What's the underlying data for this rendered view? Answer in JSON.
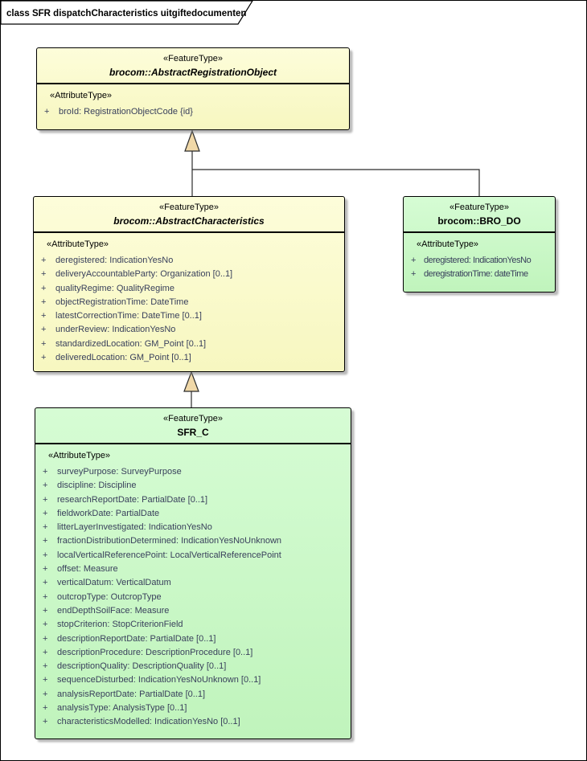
{
  "frame": {
    "title": "class SFR dispatchCharacteristics uitgiftedocumenten"
  },
  "palette": {
    "yellow_box_top": "#FDFDDA",
    "yellow_box_bottom": "#F7F7C0",
    "green_box_top": "#D6FCD4",
    "green_box_bottom": "#C0F4BC",
    "triangle_fill": "#F0D8A8",
    "attribute_text": "#39405C",
    "line_color": "#2B2B2B"
  },
  "classes": [
    {
      "stereotype": "«FeatureType»",
      "name": "brocom::AbstractRegistrationObject",
      "abstract": true,
      "attr_stereotype": "«AttributeType»",
      "attributes": [
        {
          "vis": "+",
          "text": "broId: RegistrationObjectCode {id}"
        }
      ]
    },
    {
      "stereotype": "«FeatureType»",
      "name": "brocom::AbstractCharacteristics",
      "abstract": true,
      "attr_stereotype": "«AttributeType»",
      "attributes": [
        {
          "vis": "+",
          "text": "deregistered: IndicationYesNo"
        },
        {
          "vis": "+",
          "text": "deliveryAccountableParty: Organization [0..1]"
        },
        {
          "vis": "+",
          "text": "qualityRegime: QualityRegime"
        },
        {
          "vis": "+",
          "text": "objectRegistrationTime: DateTime"
        },
        {
          "vis": "+",
          "text": "latestCorrectionTime: DateTime [0..1]"
        },
        {
          "vis": "+",
          "text": "underReview: IndicationYesNo"
        },
        {
          "vis": "+",
          "text": "standardizedLocation: GM_Point [0..1]"
        },
        {
          "vis": "+",
          "text": "deliveredLocation: GM_Point [0..1]"
        }
      ]
    },
    {
      "stereotype": "«FeatureType»",
      "name": "brocom::BRO_DO",
      "abstract": false,
      "attr_stereotype": "«AttributeType»",
      "attributes": [
        {
          "vis": "+",
          "text": "deregistered: IndicationYesNo"
        },
        {
          "vis": "+",
          "text": "deregistrationTime: dateTime"
        }
      ]
    },
    {
      "stereotype": "«FeatureType»",
      "name": "SFR_C",
      "abstract": false,
      "attr_stereotype": "«AttributeType»",
      "attributes": [
        {
          "vis": "+",
          "text": "surveyPurpose: SurveyPurpose"
        },
        {
          "vis": "+",
          "text": "discipline: Discipline"
        },
        {
          "vis": "+",
          "text": "researchReportDate: PartialDate [0..1]"
        },
        {
          "vis": "+",
          "text": "fieldworkDate: PartialDate"
        },
        {
          "vis": "+",
          "text": "litterLayerInvestigated: IndicationYesNo"
        },
        {
          "vis": "+",
          "text": "fractionDistributionDetermined: IndicationYesNoUnknown"
        },
        {
          "vis": "+",
          "text": "localVerticalReferencePoint: LocalVerticalReferencePoint"
        },
        {
          "vis": "+",
          "text": "offset: Measure"
        },
        {
          "vis": "+",
          "text": "verticalDatum: VerticalDatum"
        },
        {
          "vis": "+",
          "text": "outcropType: OutcropType"
        },
        {
          "vis": "+",
          "text": "endDepthSoilFace: Measure"
        },
        {
          "vis": "+",
          "text": "stopCriterion: StopCriterionField"
        },
        {
          "vis": "+",
          "text": "descriptionReportDate: PartialDate [0..1]"
        },
        {
          "vis": "+",
          "text": "descriptionProcedure: DescriptionProcedure [0..1]"
        },
        {
          "vis": "+",
          "text": "descriptionQuality: DescriptionQuality [0..1]"
        },
        {
          "vis": "+",
          "text": "sequenceDisturbed: IndicationYesNoUnknown [0..1]"
        },
        {
          "vis": "+",
          "text": "analysisReportDate: PartialDate [0..1]"
        },
        {
          "vis": "+",
          "text": "analysisType: AnalysisType [0..1]"
        },
        {
          "vis": "+",
          "text": "characteristicsModelled: IndicationYesNo [0..1]"
        }
      ]
    }
  ]
}
